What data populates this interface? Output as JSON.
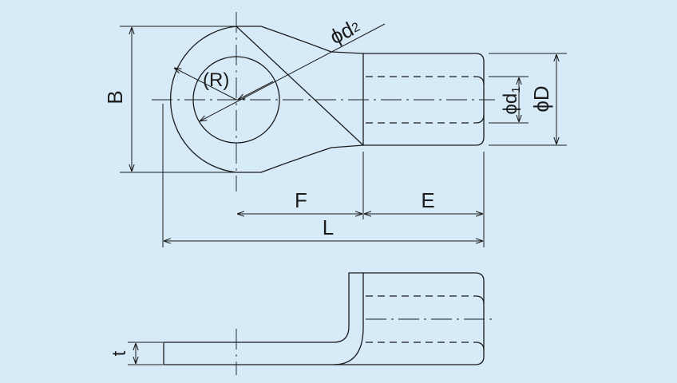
{
  "background_color": "#d6eaf8",
  "line_color": "#1c1c1c",
  "labels": {
    "B": "B",
    "R": "(R)",
    "d2": "ϕd",
    "d2_sub": "2",
    "d1": "ϕd",
    "d1_sub": "1",
    "D": "ϕD",
    "F": "F",
    "E": "E",
    "L": "L",
    "t": "t"
  }
}
